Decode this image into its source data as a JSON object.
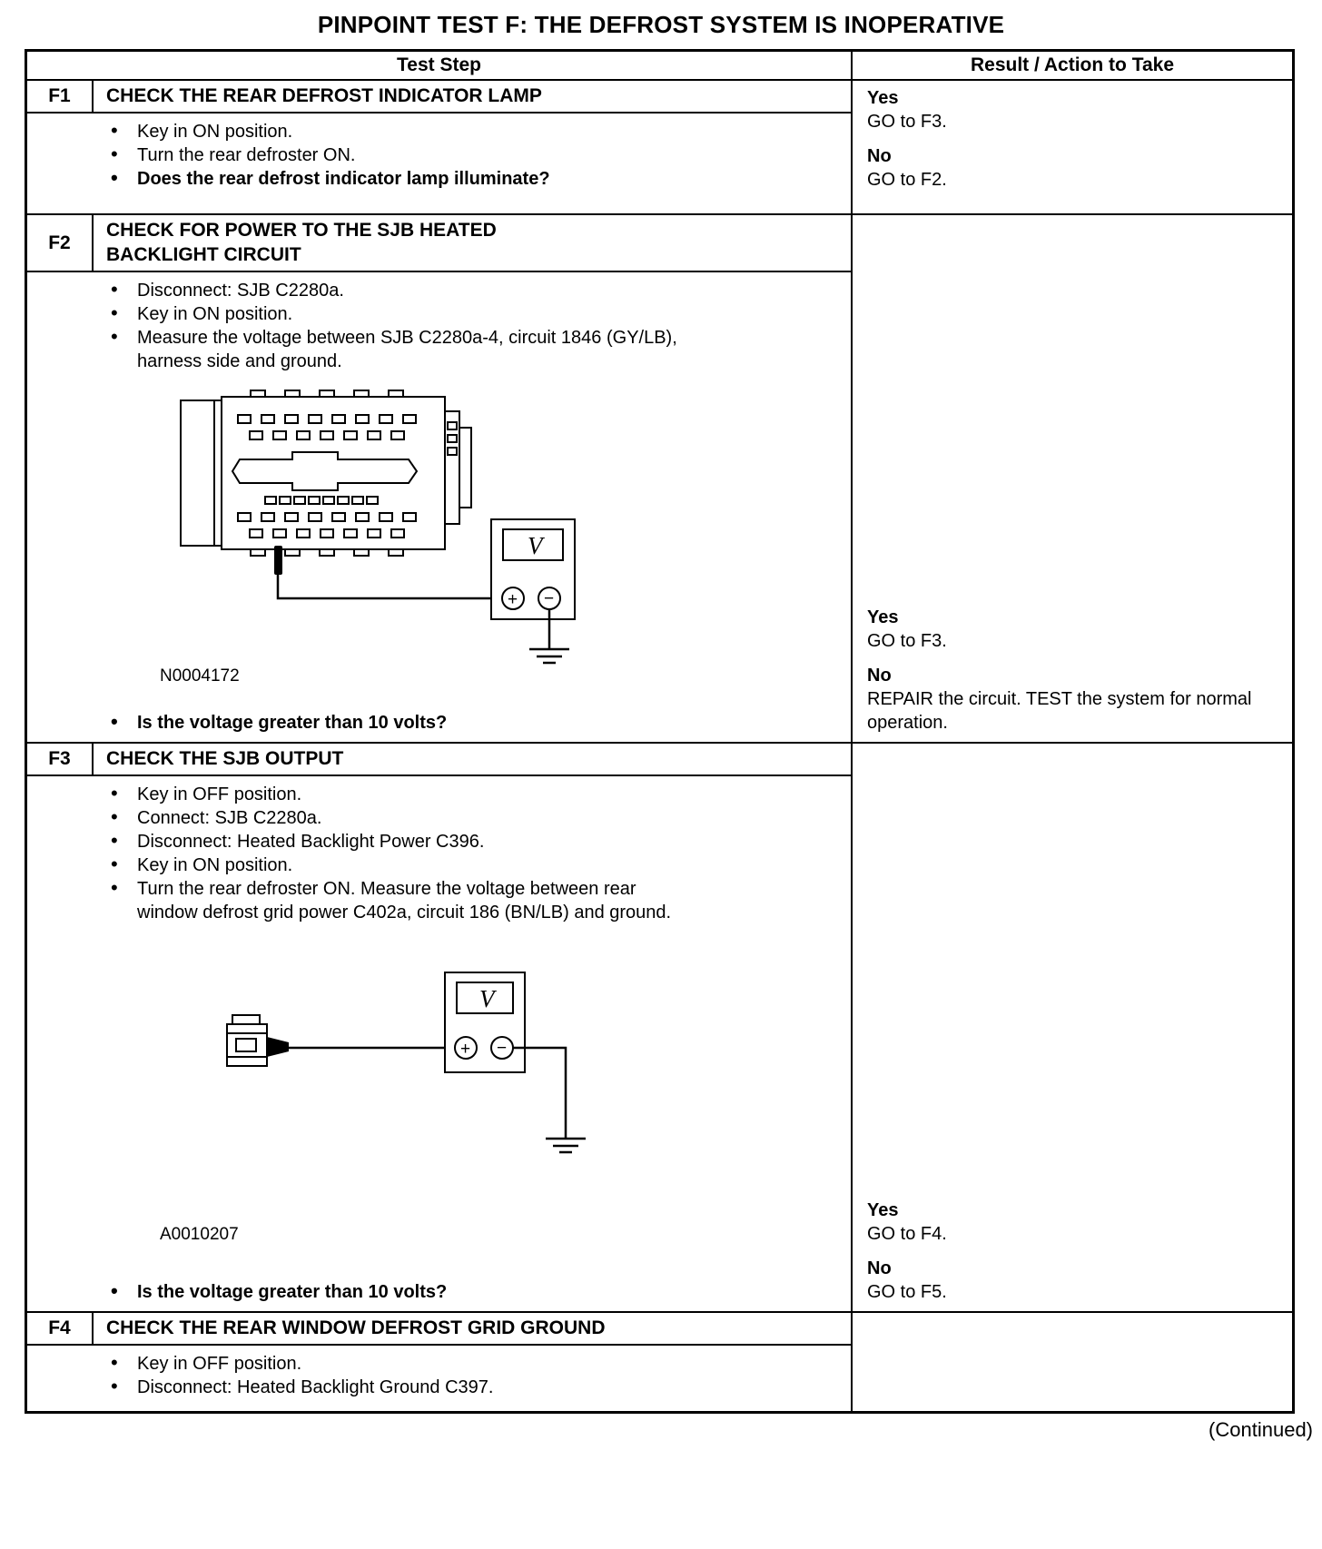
{
  "page": {
    "title": "PINPOINT TEST F: THE DEFROST SYSTEM IS INOPERATIVE",
    "continued_note": "(Continued)"
  },
  "table": {
    "header": {
      "test_step": "Test Step",
      "result": "Result / Action to Take"
    }
  },
  "rows": [
    {
      "id": "F1",
      "title": "CHECK THE REAR DEFROST INDICATOR LAMP",
      "bullets": [
        "Key in ON position.",
        "Turn the rear defroster ON."
      ],
      "question": "Does the rear defrost indicator lamp illuminate?",
      "results": [
        {
          "label": "Yes",
          "action": "GO to F3."
        },
        {
          "label": "No",
          "action": "GO to F2."
        }
      ]
    },
    {
      "id": "F2",
      "title": "CHECK FOR POWER TO THE SJB HEATED BACKLIGHT CIRCUIT",
      "bullets": [
        "Disconnect: SJB C2280a.",
        "Key in ON position.",
        "Measure the voltage between SJB C2280a-4, circuit 1846 (GY/LB), harness side and ground."
      ],
      "figure": {
        "caption": "N0004172",
        "meter_label": "V",
        "plus": "+",
        "minus": "−"
      },
      "question": "Is the voltage greater than 10 volts?",
      "results": [
        {
          "label": "Yes",
          "action": "GO to F3."
        },
        {
          "label": "No",
          "action": "REPAIR the circuit. TEST the system for normal operation."
        }
      ]
    },
    {
      "id": "F3",
      "title": "CHECK THE SJB OUTPUT",
      "bullets": [
        "Key in OFF position.",
        "Connect: SJB C2280a.",
        "Disconnect: Heated Backlight Power C396.",
        "Key in ON position.",
        "Turn the rear defroster ON. Measure the voltage between rear window defrost grid power C402a, circuit 186 (BN/LB) and ground."
      ],
      "figure": {
        "caption": "A0010207",
        "meter_label": "V",
        "plus": "+",
        "minus": "−"
      },
      "question": "Is the voltage greater than 10 volts?",
      "results": [
        {
          "label": "Yes",
          "action": "GO to F4."
        },
        {
          "label": "No",
          "action": "GO to F5."
        }
      ]
    },
    {
      "id": "F4",
      "title": "CHECK THE REAR WINDOW DEFROST GRID GROUND",
      "bullets": [
        "Key in OFF position.",
        "Disconnect: Heated Backlight Ground C397."
      ],
      "results": []
    }
  ]
}
